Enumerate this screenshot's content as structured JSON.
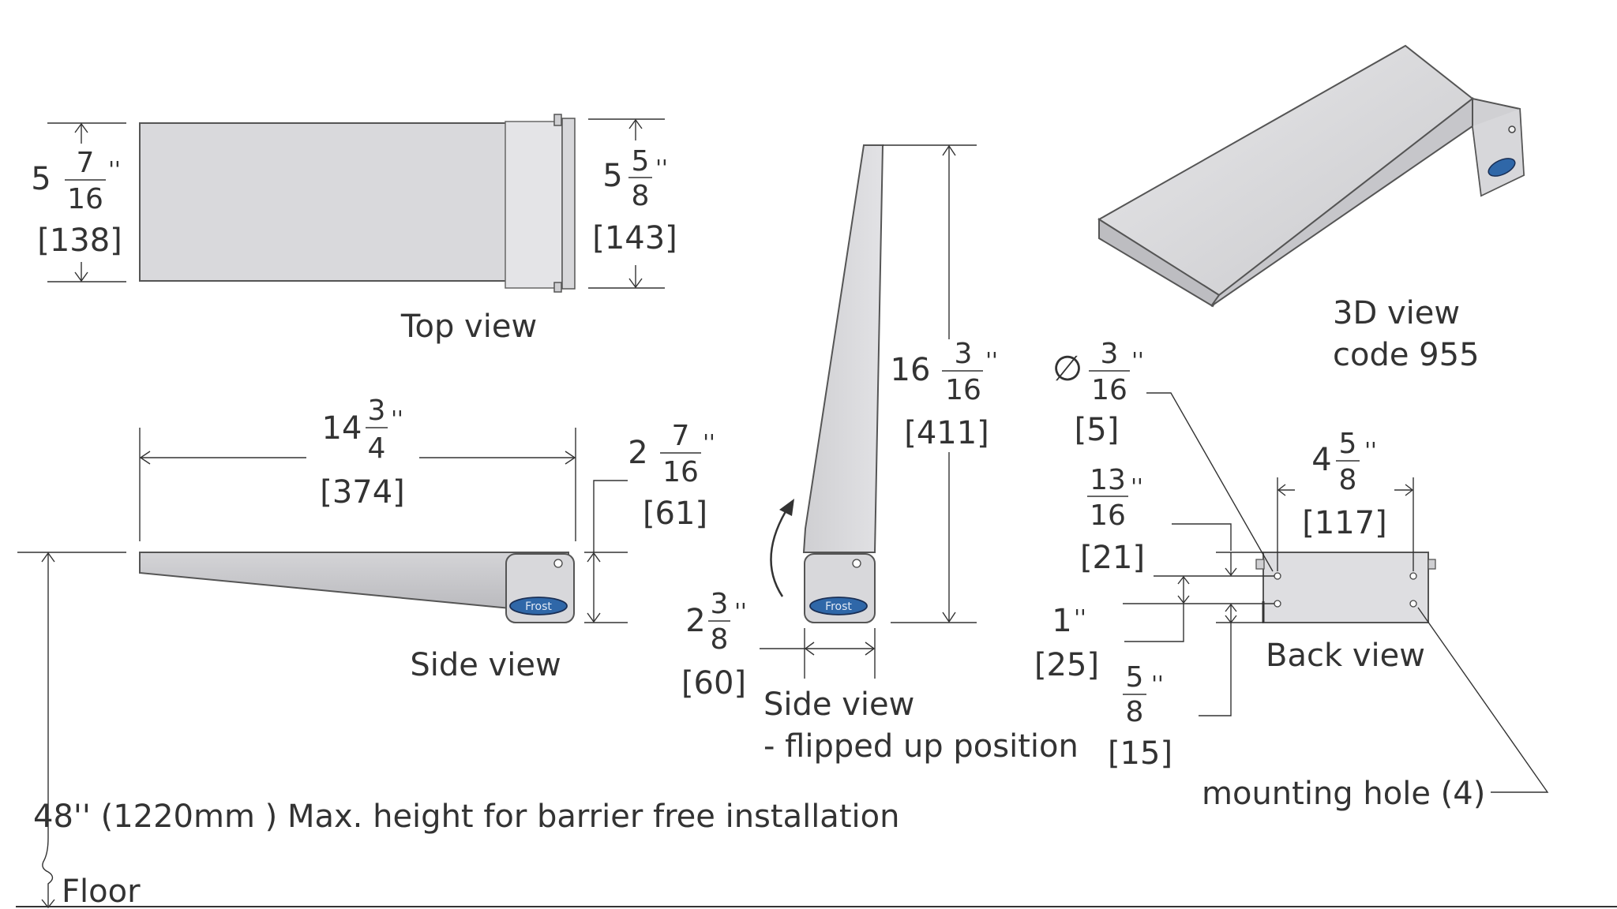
{
  "top_view": {
    "label": "Top view",
    "width_left": {
      "whole": "5",
      "num": "7",
      "den": "16",
      "mm": "[138]"
    },
    "width_right": {
      "whole": "5",
      "num": "5",
      "den": "8",
      "mm": "[143]"
    }
  },
  "side_view": {
    "label": "Side view",
    "length": {
      "whole": "14",
      "num": "3",
      "den": "4",
      "mm": "[374]"
    },
    "height": {
      "whole": "2",
      "num": "7",
      "den": "16",
      "mm": "[61]"
    }
  },
  "flipped_view": {
    "label_line1": "Side view",
    "label_line2": "- flipped up position",
    "height": {
      "whole": "16",
      "num": "3",
      "den": "16",
      "mm": "[411]"
    },
    "depth": {
      "whole": "2",
      "num": "3",
      "den": "8",
      "mm": "[60]"
    }
  },
  "iso_view": {
    "label_line1": "3D view",
    "label_line2": "code 955"
  },
  "back_view": {
    "label": "Back view",
    "diameter_symbol": "∅",
    "hole_dia": {
      "num": "3",
      "den": "16",
      "mm": "[5]"
    },
    "hole_spacing_x": {
      "whole": "4",
      "num": "5",
      "den": "8",
      "mm": "[117]"
    },
    "top_offset": {
      "num": "13",
      "den": "16",
      "mm": "[21]"
    },
    "hole_spacing_y": {
      "value": "1",
      "mm": "[25]"
    },
    "bottom_offset": {
      "num": "5",
      "den": "8",
      "mm": "[15]"
    },
    "mounting_note": "mounting hole (4)"
  },
  "logo_text": "Frost",
  "inch_mark": "''",
  "floor_note": "48'' (1220mm ) Max. height for barrier free installation",
  "floor_label": "Floor"
}
